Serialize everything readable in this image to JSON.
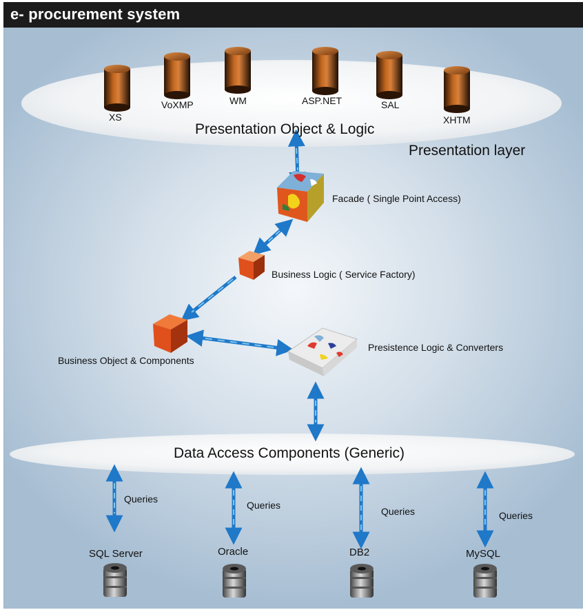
{
  "title": "e- procurement system",
  "presentation": {
    "technologies": [
      "XS",
      "VoXMP",
      "WM",
      "ASP.NET",
      "SAL",
      "XHTM"
    ],
    "ellipse_label": "Presentation Object & Logic",
    "layer_label": "Presentation layer"
  },
  "components": {
    "facade": "Facade ( Single Point Access)",
    "business_logic": "Business Logic ( Service Factory)",
    "business_object": "Business Object & Components",
    "persistence": "Presistence Logic & Converters"
  },
  "data_access": {
    "label": "Data Access Components (Generic)",
    "query_label": "Queries",
    "databases": [
      "SQL Server",
      "Oracle",
      "DB2",
      "MySQL"
    ]
  },
  "colors": {
    "title_bg": "#1c1c1c",
    "arrow": "#1f78c8",
    "arrow_dash": "#7ec7f0",
    "cube": "#e0501c",
    "cylinder": "#7a4012"
  }
}
